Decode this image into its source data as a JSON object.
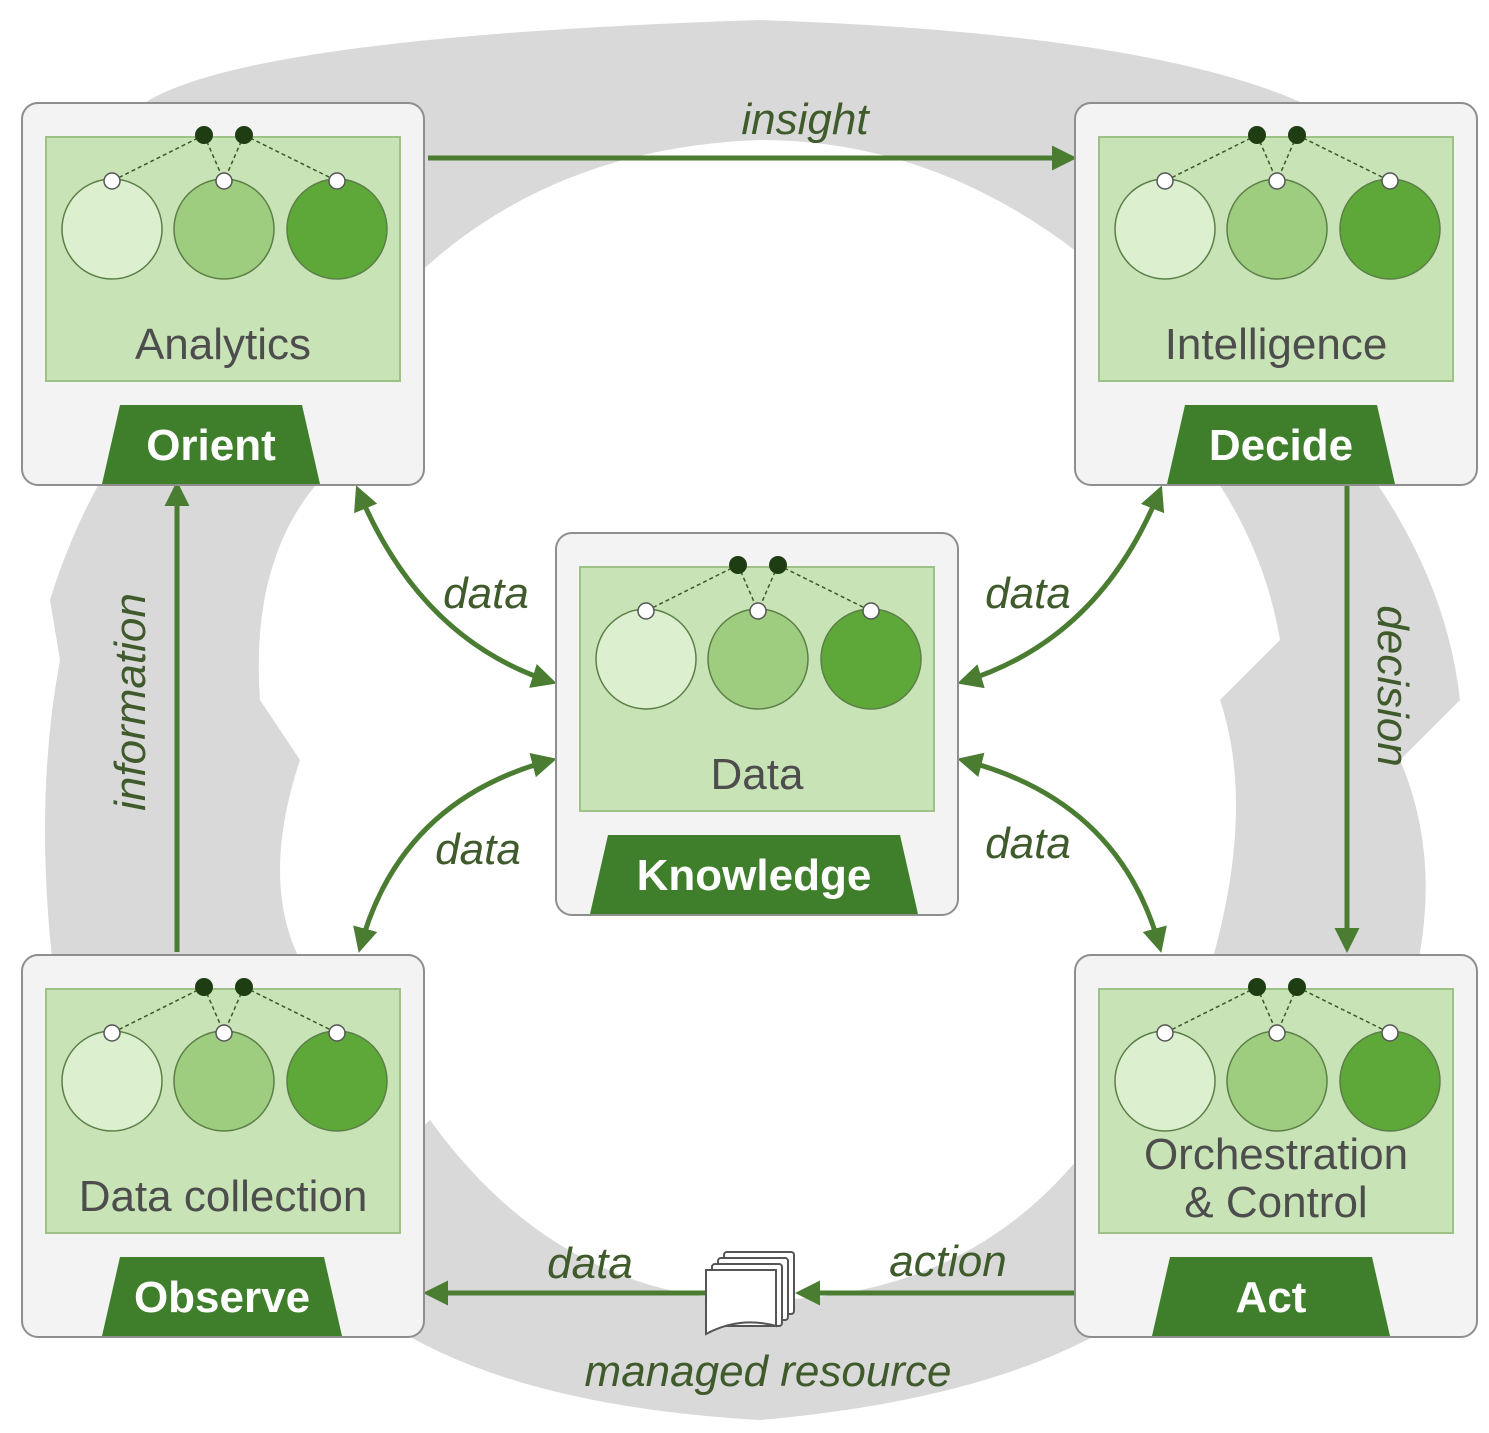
{
  "colors": {
    "ring": "#d9d9d9",
    "box_bg": "#f3f3f3",
    "box_border": "#8e8e8e",
    "panel_fill": "#c8e3b5",
    "panel_border": "#9dc285",
    "tab_fill": "#3f7f2b",
    "arrow": "#4a7d32",
    "circle_light": "#dcefcf",
    "circle_mid": "#9fcd80",
    "circle_dark": "#5ea83a",
    "node_dark": "#1e3d12"
  },
  "nodes": {
    "orient": {
      "tab": "Orient",
      "inner": "Analytics"
    },
    "decide": {
      "tab": "Decide",
      "inner": "Intelligence"
    },
    "knowledge": {
      "tab": "Knowledge",
      "inner": "Data"
    },
    "observe": {
      "tab": "Observe",
      "inner": "Data collection"
    },
    "act": {
      "tab": "Act",
      "inner_line1": "Orchestration",
      "inner_line2": "& Control"
    }
  },
  "edges": {
    "insight": "insight",
    "decision": "decision",
    "information": "information",
    "data_orient_knowledge": "data",
    "data_decide_knowledge": "data",
    "data_observe_knowledge": "data",
    "data_act_knowledge": "data",
    "data_resource_observe": "data",
    "action": "action",
    "managed_resource": "managed resource"
  },
  "icons": {
    "managed_resource": "document-stack-icon"
  }
}
